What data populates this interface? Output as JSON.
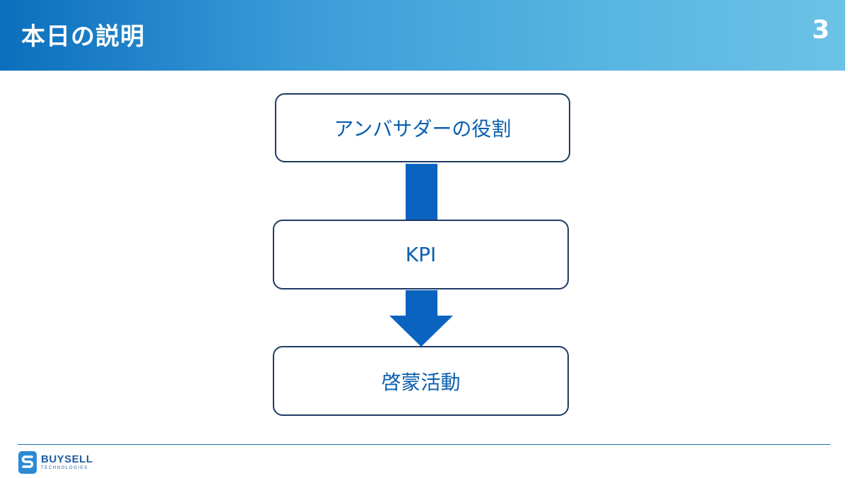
{
  "header": {
    "title": "本日の説明",
    "page_number": "3"
  },
  "flow": {
    "steps": [
      {
        "label": "アンバサダーの役割"
      },
      {
        "label": "KPI"
      },
      {
        "label": "啓蒙活動"
      }
    ]
  },
  "footer": {
    "logo_name": "BUYSELL",
    "logo_sub": "TECHNOLOGIES"
  },
  "colors": {
    "header_gradient_start": "#0b6fbd",
    "header_gradient_end": "#6cc2e6",
    "box_border": "#1f3a64",
    "box_text": "#0b5fae",
    "arrow": "#0b63c0"
  },
  "icons": {
    "logo": "buysell-logo-icon"
  }
}
